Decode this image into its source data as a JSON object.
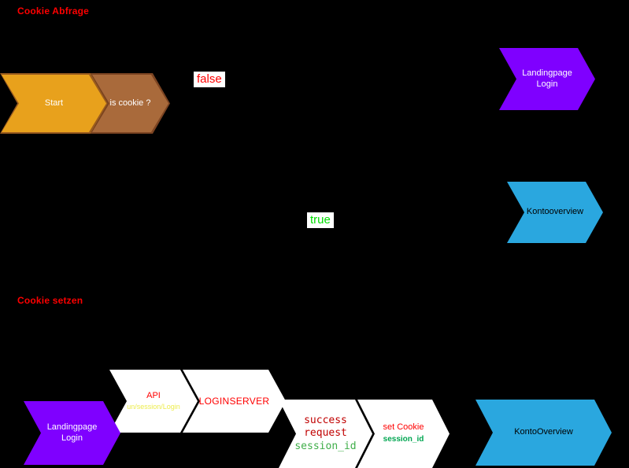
{
  "labels": {
    "section_top": "Cookie Abfrage",
    "section_bottom": "Cookie setzen",
    "false_branch": "false",
    "true_branch": "true"
  },
  "nodes": {
    "start": {
      "label": "Start",
      "fill": "#E8A11C",
      "border": "#9A5B1E"
    },
    "is_cookie": {
      "label": "is cookie ?",
      "fill": "#A96A3B",
      "border": "#7C4422"
    },
    "landingpage_top": {
      "label_line1": "Landingpage",
      "label_line2": "Login",
      "fill": "#7F00FF"
    },
    "kontooverview_mid": {
      "label": "Kontooverview",
      "fill": "#2AA7DF"
    },
    "landingpage_bottom": {
      "label_line1": "Landingpage",
      "label_line2": "Login",
      "fill": "#7F00FF"
    },
    "api": {
      "label": "API",
      "sublabel": "un/session/Login",
      "fill": "#FFFFFF"
    },
    "loginserver": {
      "label": "LOGINSERVER",
      "fill": "#FFFFFF"
    },
    "success_request": {
      "line1": "success",
      "line2": "request",
      "line3": "session_id",
      "fill": "#FFFFFF"
    },
    "set_cookie": {
      "line1": "set Cookie",
      "line2": "session_id",
      "fill": "#FFFFFF"
    },
    "kontooverview_bottom": {
      "label": "KontoOverview",
      "fill": "#2AA7DF"
    }
  },
  "colors": {
    "background": "#000000",
    "section_text": "#FF0000",
    "red_text": "#FF0000",
    "dark_red_mono": "#C00000",
    "green_true": "#00DD00",
    "green_session_mono": "#3FAE49",
    "green_session_bold": "#00A651",
    "yellow_sublabel": "#EDED4F",
    "highlight_bg": "#FFFFFF",
    "orange": "#E8A11C",
    "brown": "#A96A3B",
    "purple": "#7F00FF",
    "blue": "#2AA7DF",
    "white_shape": "#FFFFFF"
  }
}
